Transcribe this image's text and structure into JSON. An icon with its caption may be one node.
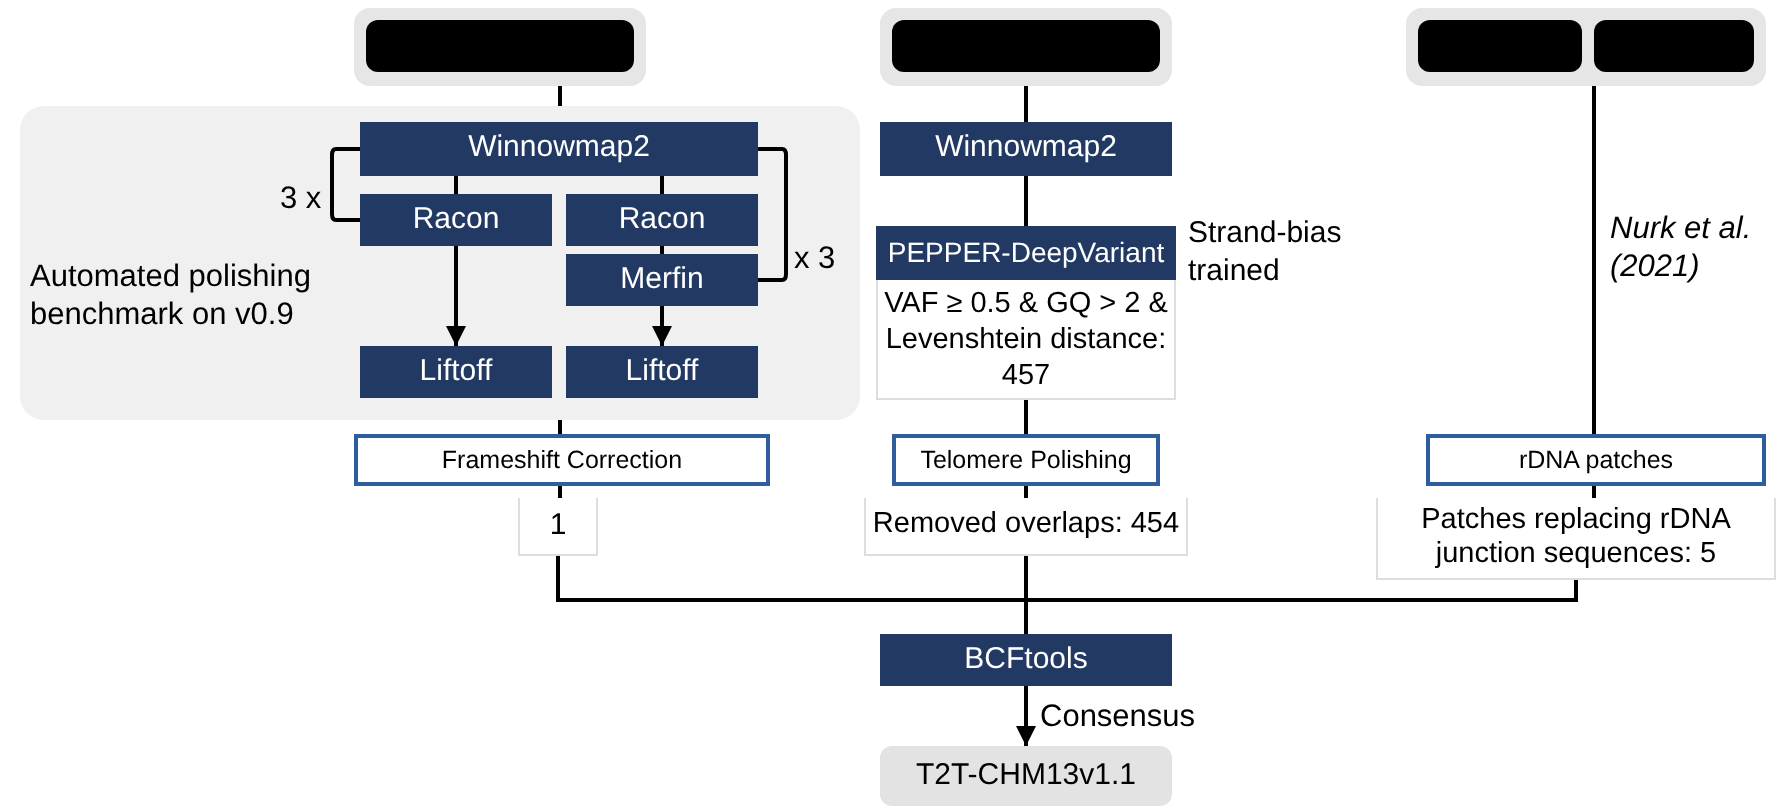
{
  "diagram": {
    "nodes": [
      {
        "text": [],
        "shape": "box"
      },
      {
        "text": [],
        "shape": "box",
        "in": 0
      },
      {
        "text": [],
        "shape": "box"
      },
      {
        "text": [],
        "shape": "box",
        "in": 2
      },
      {
        "text": [],
        "shape": "box"
      },
      {
        "text": [],
        "shape": "box",
        "in": 4
      },
      {
        "text": [],
        "shape": "box",
        "in": 4
      },
      {
        "text": [
          "Automated polishing benchmark on v0.9"
        ]
      },
      {
        "text": [
          "Winnowmap2"
        ],
        "in": 7
      },
      {
        "text": [
          "Racon"
        ],
        "in": 7
      },
      {
        "text": [
          "Racon"
        ],
        "in": 7
      },
      {
        "text": [
          "Merfin"
        ],
        "in": 7
      },
      {
        "text": [
          "Liftoff"
        ],
        "in": 7
      },
      {
        "text": [
          "Liftoff"
        ],
        "in": 7
      },
      {
        "text": [
          "Winnowmap2"
        ]
      },
      {
        "text": [
          "PEPPER-DeepVariant"
        ],
        "beside": [
          "Strand-bias trained"
        ]
      },
      {
        "text": [
          "VAF ≥ 0.5 & GQ > 2 & Levenshtein distance: 457"
        ]
      },
      {
        "text": [
          "Frameshift Correction"
        ]
      },
      {
        "text": [
          "1"
        ]
      },
      {
        "text": [
          "Telomere Polishing"
        ]
      },
      {
        "text": [
          "Removed overlaps: 454"
        ]
      },
      {
        "text": [
          "rDNA patches"
        ]
      },
      {
        "text": [
          "Patches replacing rDNA junction sequences: 5"
        ]
      },
      {
        "text": [
          "BCFtools"
        ]
      },
      {
        "text": [
          "T2T-CHM13v1.1"
        ]
      }
    ],
    "edges": [
      {
        "from": 0,
        "to": 7,
        "arrow": "none"
      },
      {
        "from": 8,
        "to": 9,
        "arrow": "none"
      },
      {
        "from": 8,
        "to": 10,
        "arrow": "none"
      },
      {
        "from": 8,
        "to": 9,
        "arrow": "none"
      },
      {
        "from": 8,
        "to": 11,
        "arrow": "none"
      },
      {
        "from": 10,
        "to": 11,
        "arrow": "none"
      },
      {
        "from": 9,
        "to": 12,
        "arrow": "to"
      },
      {
        "from": 11,
        "to": 13,
        "arrow": "to"
      },
      {
        "from": 7,
        "to": 17,
        "arrow": "none"
      },
      {
        "from": 17,
        "to": 18,
        "arrow": "none"
      },
      {
        "from": 2,
        "to": 14,
        "arrow": "none"
      },
      {
        "from": 14,
        "to": 15,
        "arrow": "none"
      },
      {
        "from": 16,
        "to": 19,
        "arrow": "none"
      },
      {
        "from": 19,
        "to": 20,
        "arrow": "none"
      },
      {
        "from": 4,
        "to": 21,
        "arrow": "none"
      },
      {
        "from": 21,
        "to": 22,
        "arrow": "none"
      },
      {
        "from": 18,
        "to": 23,
        "arrow": "none"
      },
      {
        "from": 20,
        "to": 23,
        "arrow": "none"
      },
      {
        "from": 22,
        "to": 23,
        "arrow": "none"
      },
      {
        "from": 23,
        "to": 24,
        "arrow": "to",
        "label": "Consensus"
      }
    ],
    "labels": [
      "3 x",
      "x 3",
      "Nurk et al. (2021)"
    ]
  }
}
